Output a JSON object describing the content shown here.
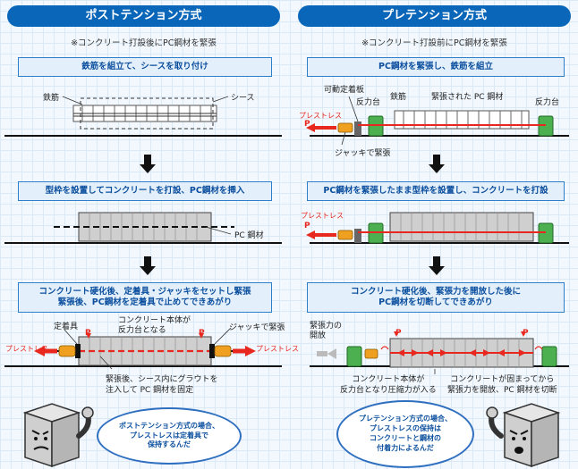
{
  "left": {
    "title": "ポストテンション方式",
    "note": "※コンクリート打設後にPC鋼材を緊張",
    "step1": "鉄筋を組立て、シースを取り付け",
    "step1_rebar": "鉄筋",
    "step1_sheath": "シース",
    "step2": "型枠を設置してコンクリートを打設、PC鋼材を挿入",
    "step2_pc": "PC 鋼材",
    "step3_line1": "コンクリート硬化後、定着具・ジャッキをセットし緊張",
    "step3_line2": "緊張後、PC鋼材を定着具で止めてできあがり",
    "anchor": "定着具",
    "body_line1": "コンクリート本体が",
    "body_line2": "反力台となる",
    "jack": "ジャッキで緊張",
    "prestress_l": "プレストレス",
    "prestress_r": "プレストレス",
    "grout_line1": "緊張後、シース内にグラウトを",
    "grout_line2": "注入して PC 鋼材を固定",
    "bubble_line1": "ポストテンション方式の場合、",
    "bubble_line2": "プレストレスは定着具で",
    "bubble_line3": "保持するんだ"
  },
  "right": {
    "title": "プレテンション方式",
    "note": "※コンクリート打設前にPC鋼材を緊張",
    "step1": "PC鋼材を緊張し、鉄筋を組立",
    "movable": "可動定着板",
    "reaction1": "反力台",
    "rebar": "鉄筋",
    "tensioned": "緊張された PC 鋼材",
    "reaction2": "反力台",
    "prestress1": "プレストレス",
    "jack": "ジャッキで緊張",
    "step2": "PC鋼材を緊張したまま型枠を設置し、コンクリートを打設",
    "prestress2": "プレストレス",
    "step3_line1": "コンクリート硬化後、緊張力を開放した後に",
    "step3_line2": "PC鋼材を切断してできあがり",
    "release_line1": "緊張力の",
    "release_line2": "開放",
    "body_line1": "コンクリート本体が",
    "body_line2": "反力台となり圧縮力が入る",
    "cut_line1": "コンクリートが固まってから",
    "cut_line2": "緊張力を開放、PC 鋼材を切断",
    "bubble_line1": "プレテンション方式の場合、",
    "bubble_line2": "プレストレスの保持は",
    "bubble_line3": "コンクリートと鋼材の",
    "bubble_line4": "付着力によるんだ"
  },
  "p_label": "P",
  "colors": {
    "header_blue": "#0a66b8",
    "step_border": "#2e7fc9",
    "step_fill": "#e3effa",
    "prestress_red": "#e8281e",
    "reaction_green": "#4caf50",
    "jack_orange": "#f0a020"
  }
}
